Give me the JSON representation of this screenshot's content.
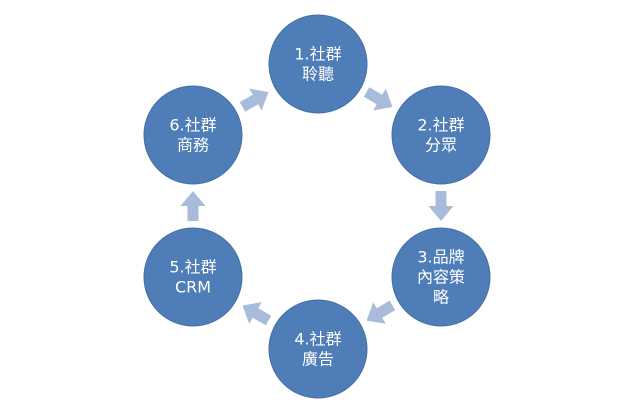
{
  "diagram": {
    "type": "cycle",
    "colors": {
      "node_fill": "#4F7DB8",
      "node_stroke": "#446FA6",
      "arrow_fill": "#A9BBDB",
      "text": "#FFFFFF"
    },
    "nodes": [
      {
        "id": "n1",
        "lines": [
          "1.社群",
          "聆聽"
        ]
      },
      {
        "id": "n2",
        "lines": [
          "2.社群",
          "分眾"
        ]
      },
      {
        "id": "n3",
        "lines": [
          "3.品牌",
          "內容策",
          "略"
        ]
      },
      {
        "id": "n4",
        "lines": [
          "4.社群",
          "廣告"
        ]
      },
      {
        "id": "n5",
        "lines": [
          "5.社群",
          "CRM"
        ]
      },
      {
        "id": "n6",
        "lines": [
          "6.社群",
          "商務"
        ]
      }
    ],
    "edges": [
      {
        "from": "n1",
        "to": "n2"
      },
      {
        "from": "n2",
        "to": "n3"
      },
      {
        "from": "n3",
        "to": "n4"
      },
      {
        "from": "n4",
        "to": "n5"
      },
      {
        "from": "n5",
        "to": "n6"
      },
      {
        "from": "n6",
        "to": "n1"
      }
    ]
  }
}
